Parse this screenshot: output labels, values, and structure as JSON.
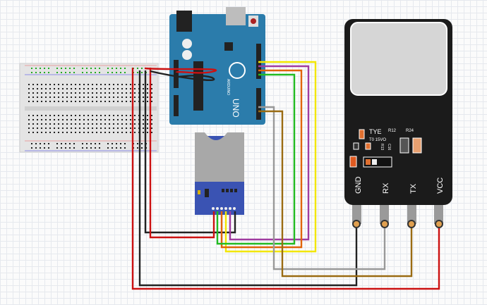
{
  "arduino": {
    "label": "UNO",
    "brand": "ARDUINO",
    "color": "#2b7cab"
  },
  "sd_module": {
    "color": "#3a53b3"
  },
  "sensor": {
    "texts": {
      "brand": "TYE",
      "model": "T0 15VO",
      "r12": "R12",
      "r24": "R24",
      "r13": "R13",
      "c16": "C16"
    },
    "pins": [
      "GND",
      "RX",
      "TX",
      "VCC"
    ]
  },
  "wire_colors": {
    "red": "#cc1111",
    "black": "#222222",
    "yellow": "#f2e600",
    "purple": "#a03ca0",
    "orange": "#e0640a",
    "green": "#22bb22",
    "gray": "#999999",
    "brown": "#9a6b12"
  }
}
